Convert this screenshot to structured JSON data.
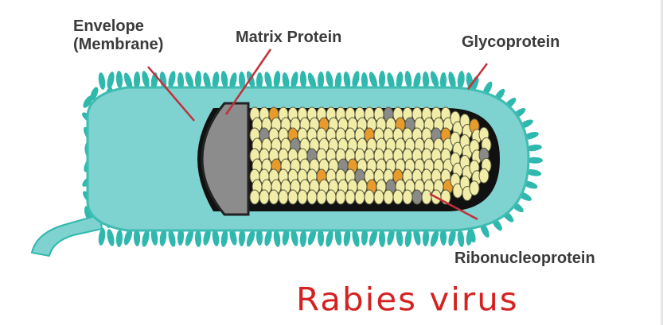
{
  "labels": {
    "envelope_line1": "Envelope",
    "envelope_line2": "(Membrane)",
    "matrix": "Matrix Protein",
    "glyco": "Glycoprotein",
    "ribo": "Ribonucleoprotein"
  },
  "caption": "Rabies virus",
  "colors": {
    "glycoprotein_spikes": "#2fb8ad",
    "envelope": "#7ed2cf",
    "matrix": "#8c8c8c",
    "ribonucleoprotein": "#f1eda8",
    "rnp_accent": "#e89a2a",
    "leader_lines": "#c0303a",
    "caption": "#d42222"
  }
}
